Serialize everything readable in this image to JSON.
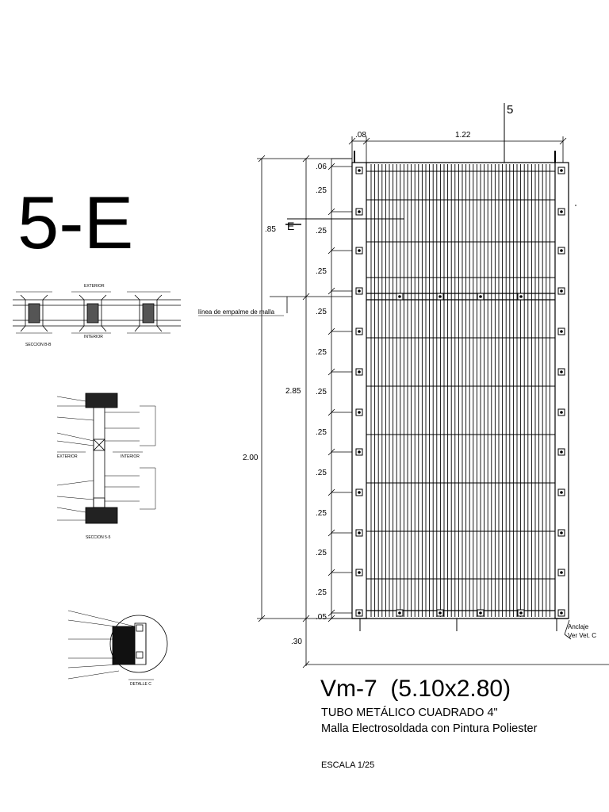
{
  "sheet": {
    "big_label": "5-E",
    "section_marker": "5",
    "elevation_marker": "E",
    "splice_note": "línea de empalme de malla",
    "anchor_note_1": "Anclaje",
    "anchor_note_2": "Ver Vet. C",
    "title": "Vm-7  (5.10x2.80)",
    "subtitle_1": "TUBO METÁLICO CUADRADO 4\"",
    "subtitle_2": "Malla Electrosoldada con Pintura Poliester",
    "scale": "ESCALA 1/25"
  },
  "dimensions": {
    "top_left": ".08",
    "top_width": "1.22",
    "total_height": "2.00",
    "lower_height": "2.85",
    "upper_height": ".85",
    "bottom_offset": ".30",
    "spacing": [
      ".06",
      ".25",
      ".25",
      ".25",
      ".25",
      ".25",
      ".25",
      ".25",
      ".25",
      ".25",
      ".25",
      ".25",
      ".05"
    ]
  },
  "details": {
    "section_b": "SECCION B-B",
    "exterior": "EXTERIOR",
    "interior": "INTERIOR",
    "exterior_caps": "EXTERIOR",
    "interior_caps": "INTERIOR",
    "section_5": "SECCION 5-5",
    "detail_c": "DETALLE C"
  }
}
